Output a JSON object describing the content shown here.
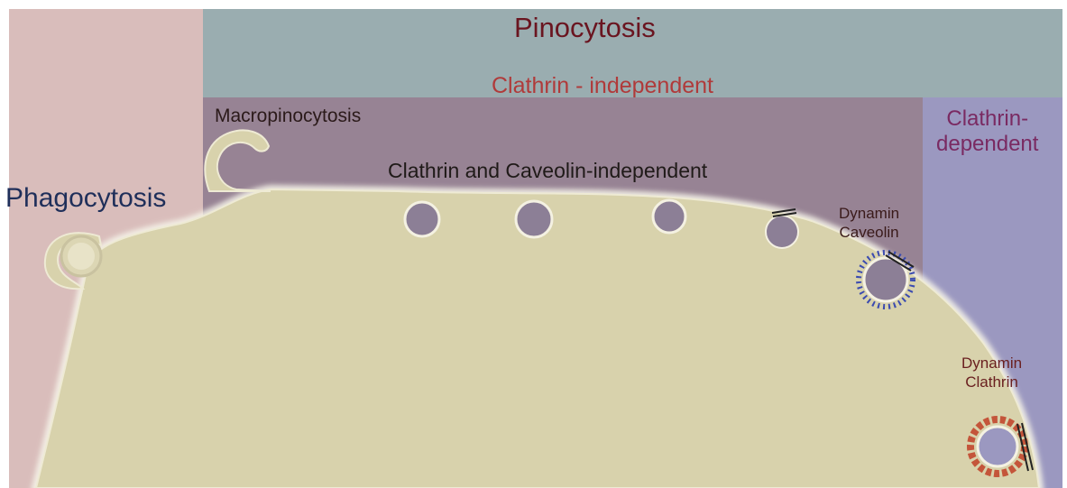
{
  "labels": {
    "pinocytosis": "Pinocytosis",
    "clathrin_independent": "Clathrin - independent",
    "macropinocytosis": "Macropinocytosis",
    "clathrin_caveolin_independent": "Clathrin and Caveolin-independent",
    "phagocytosis": "Phagocytosis",
    "clathrin_dependent": [
      "Clathrin-",
      "dependent"
    ],
    "dynamin_caveolin": [
      "Dynamin",
      "Caveolin"
    ],
    "dynamin_clathrin": [
      "Dynamin",
      "Clathrin"
    ]
  },
  "colors": {
    "phagocytosis_region": "#d9bdbb",
    "pinocytosis_band": "#9aadb0",
    "clathrin_independent_region": "#978394",
    "clathrin_dependent_region": "#9b98c0",
    "cell": "#d8d2ac",
    "vesicle": "#8c7f96",
    "caveolin_coat": "#3b4bb0",
    "clathrin_coat": "#c4553a"
  }
}
